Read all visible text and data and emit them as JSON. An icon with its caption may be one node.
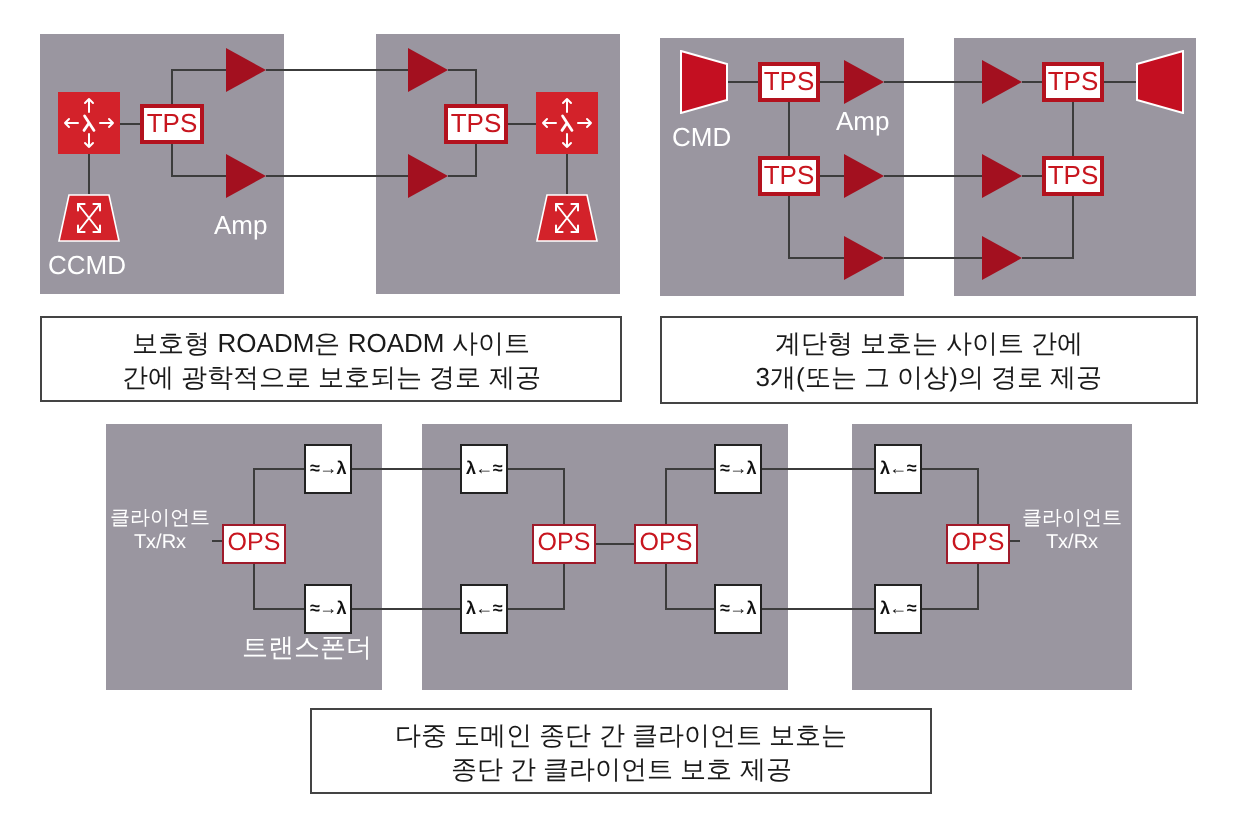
{
  "diagram": {
    "nodes": [
      {
        "text": [],
        "shape": "box"
      },
      {
        "text": [],
        "shape": "picture",
        "in": 0
      },
      {
        "text": [
          "TPS"
        ],
        "in": 0
      },
      {
        "text": [],
        "shape": "triangle",
        "in": 0
      },
      {
        "text": [],
        "shape": "triangle",
        "in": 0,
        "beside": [
          "Amp"
        ]
      },
      {
        "text": [],
        "shape": "picture",
        "in": 0,
        "beside": [
          "CCMD"
        ]
      },
      {
        "text": [],
        "shape": "box"
      },
      {
        "text": [],
        "shape": "triangle",
        "in": 6
      },
      {
        "text": [
          "TPS"
        ],
        "in": 6
      },
      {
        "text": [],
        "shape": "picture",
        "in": 6
      },
      {
        "text": [],
        "shape": "triangle",
        "in": 6
      },
      {
        "text": [],
        "shape": "picture",
        "in": 6
      },
      {
        "text": [
          "보호형 ROADM은 ROADM 사이트 간에 광학적으로 보호되는 경로 제공"
        ]
      },
      {
        "text": [],
        "shape": "box"
      },
      {
        "text": [],
        "shape": "trapezoid",
        "in": 13,
        "beside": [
          "CMD"
        ]
      },
      {
        "text": [
          "TPS"
        ],
        "in": 13
      },
      {
        "text": [],
        "shape": "triangle",
        "in": 13,
        "beside": [
          "Amp"
        ]
      },
      {
        "text": [
          "TPS"
        ],
        "in": 13
      },
      {
        "text": [],
        "shape": "triangle",
        "in": 13
      },
      {
        "text": [],
        "shape": "triangle",
        "in": 13
      },
      {
        "text": [],
        "shape": "box"
      },
      {
        "text": [],
        "shape": "triangle",
        "in": 20
      },
      {
        "text": [
          "TPS"
        ],
        "in": 20
      },
      {
        "text": [],
        "shape": "trapezoid",
        "in": 20
      },
      {
        "text": [],
        "shape": "triangle",
        "in": 20
      },
      {
        "text": [
          "TPS"
        ],
        "in": 20
      },
      {
        "text": [],
        "shape": "triangle",
        "in": 20
      },
      {
        "text": [
          "계단형 보호는 사이트 간에 3개(또는 그 이상)의 경로 제공"
        ]
      },
      {
        "text": [],
        "shape": "box"
      },
      {
        "text": [
          "클라이언트 Tx/Rx"
        ],
        "in": 28
      },
      {
        "text": [
          "OPS"
        ],
        "in": 28
      },
      {
        "text": [
          "≈→λ"
        ],
        "in": 28
      },
      {
        "text": [
          "≈→λ"
        ],
        "in": 28,
        "beside": [
          "트랜스폰더"
        ]
      },
      {
        "text": [],
        "shape": "box"
      },
      {
        "text": [
          "λ←≈"
        ],
        "in": 33
      },
      {
        "text": [
          "λ←≈"
        ],
        "in": 33
      },
      {
        "text": [
          "OPS"
        ],
        "in": 33
      },
      {
        "text": [
          "OPS"
        ],
        "in": 33
      },
      {
        "text": [
          "≈→λ"
        ],
        "in": 33
      },
      {
        "text": [
          "≈→λ"
        ],
        "in": 33
      },
      {
        "text": [],
        "shape": "box"
      },
      {
        "text": [
          "λ←≈"
        ],
        "in": 40
      },
      {
        "text": [
          "λ←≈"
        ],
        "in": 40
      },
      {
        "text": [
          "OPS"
        ],
        "in": 40
      },
      {
        "text": [
          "클라이언트 Tx/Rx"
        ],
        "in": 40
      },
      {
        "text": [
          "다중 도메인 종단 간 클라이언트 보호는 종단 간 클라이언트 보호 제공"
        ]
      }
    ],
    "edges": [
      {
        "from": 1,
        "to": 2,
        "arrow": "none"
      },
      {
        "from": 1,
        "to": 5,
        "arrow": "none"
      },
      {
        "from": 2,
        "to": 3,
        "arrow": "none"
      },
      {
        "from": 2,
        "to": 4,
        "arrow": "none"
      },
      {
        "from": 3,
        "to": 7,
        "arrow": "none"
      },
      {
        "from": 4,
        "to": 10,
        "arrow": "none"
      },
      {
        "from": 7,
        "to": 8,
        "arrow": "none"
      },
      {
        "from": 10,
        "to": 8,
        "arrow": "none"
      },
      {
        "from": 8,
        "to": 9,
        "arrow": "none"
      },
      {
        "from": 9,
        "to": 11,
        "arrow": "none"
      },
      {
        "from": 14,
        "to": 15,
        "arrow": "none"
      },
      {
        "from": 15,
        "to": 16,
        "arrow": "none"
      },
      {
        "from": 15,
        "to": 17,
        "arrow": "none"
      },
      {
        "from": 17,
        "to": 18,
        "arrow": "none"
      },
      {
        "from": 17,
        "to": 19,
        "arrow": "none"
      },
      {
        "from": 16,
        "to": 21,
        "arrow": "none"
      },
      {
        "from": 18,
        "to": 24,
        "arrow": "none"
      },
      {
        "from": 19,
        "to": 26,
        "arrow": "none"
      },
      {
        "from": 21,
        "to": 22,
        "arrow": "none"
      },
      {
        "from": 22,
        "to": 23,
        "arrow": "none"
      },
      {
        "from": 22,
        "to": 25,
        "arrow": "none"
      },
      {
        "from": 24,
        "to": 25,
        "arrow": "none"
      },
      {
        "from": 26,
        "to": 25,
        "arrow": "none"
      },
      {
        "from": 29,
        "to": 30,
        "arrow": "none"
      },
      {
        "from": 30,
        "to": 31,
        "arrow": "none"
      },
      {
        "from": 30,
        "to": 32,
        "arrow": "none"
      },
      {
        "from": 31,
        "to": 34,
        "arrow": "none"
      },
      {
        "from": 32,
        "to": 35,
        "arrow": "none"
      },
      {
        "from": 34,
        "to": 36,
        "arrow": "none"
      },
      {
        "from": 35,
        "to": 36,
        "arrow": "none"
      },
      {
        "from": 36,
        "to": 37,
        "arrow": "none"
      },
      {
        "from": 37,
        "to": 38,
        "arrow": "none"
      },
      {
        "from": 37,
        "to": 39,
        "arrow": "none"
      },
      {
        "from": 38,
        "to": 41,
        "arrow": "none"
      },
      {
        "from": 39,
        "to": 42,
        "arrow": "none"
      },
      {
        "from": 41,
        "to": 43,
        "arrow": "none"
      },
      {
        "from": 42,
        "to": 43,
        "arrow": "none"
      },
      {
        "from": 43,
        "to": 44,
        "arrow": "none"
      }
    ]
  }
}
